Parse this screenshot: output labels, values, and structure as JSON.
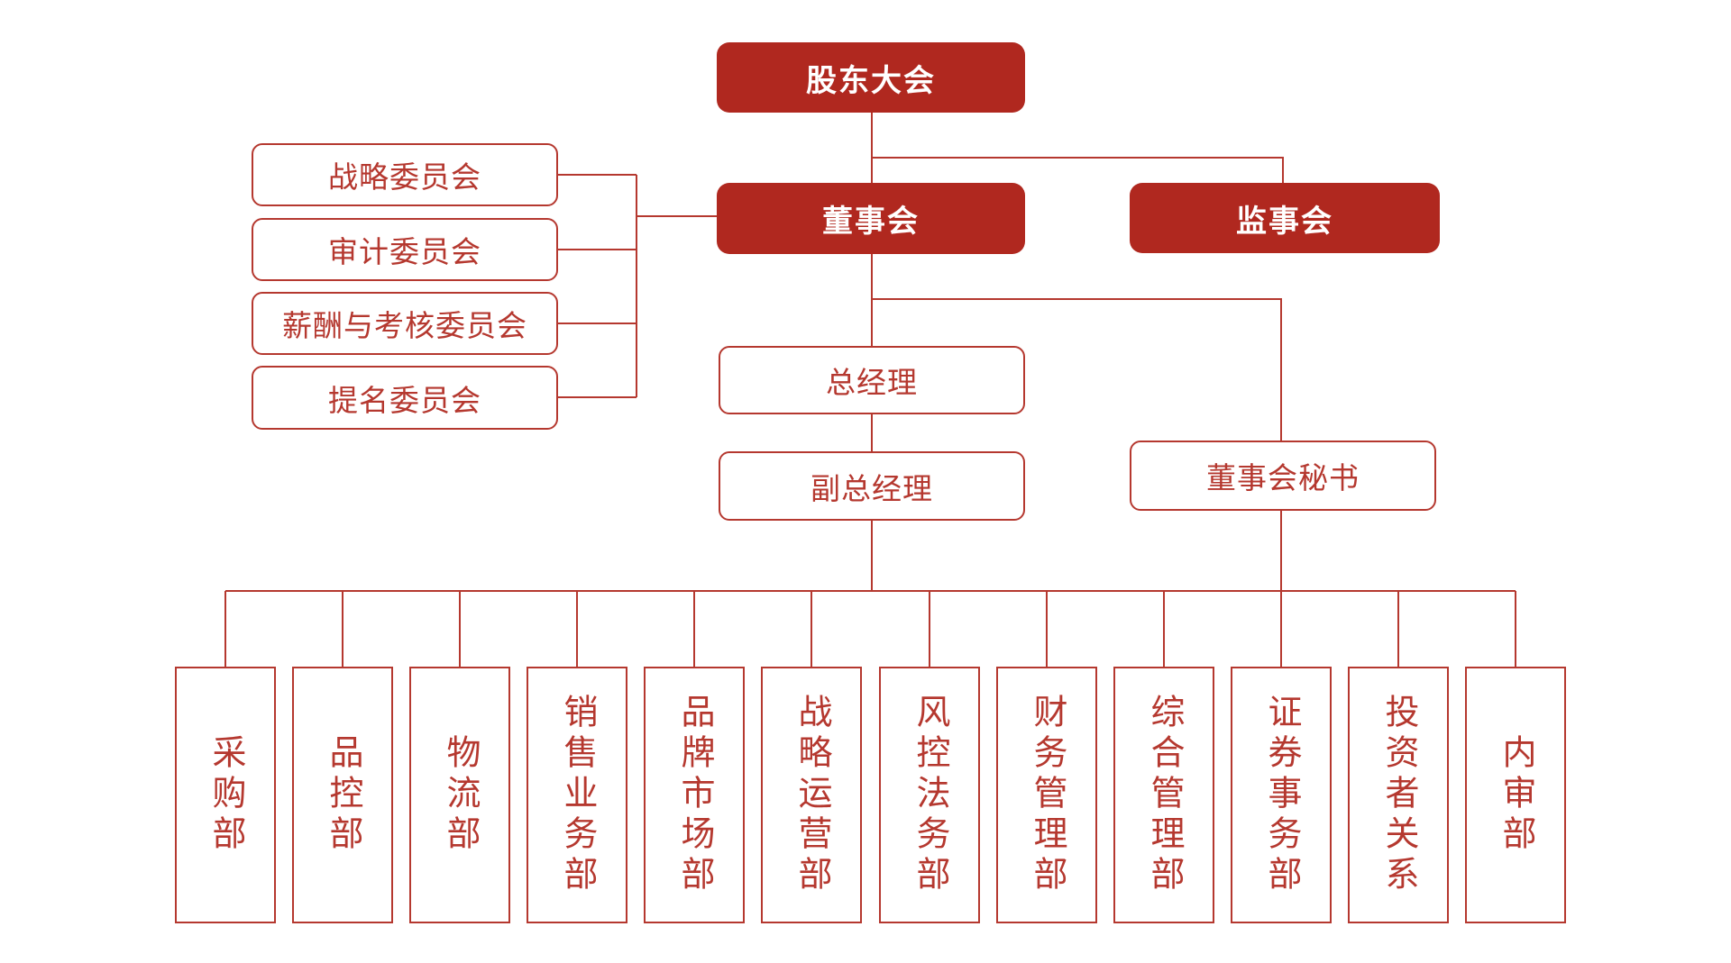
{
  "palette": {
    "solid_box_fill": "#B0281F",
    "line_border_text_red": "#B5382F",
    "solid_box_text": "#FFFFFF",
    "background": "#FFFFFF"
  },
  "org": {
    "shareholders_meeting": "股东大会",
    "board_of_directors": "董事会",
    "supervisory_board": "监事会",
    "committees": [
      "战略委员会",
      "审计委员会",
      "薪酬与考核委员会",
      "提名委员会"
    ],
    "general_manager": "总经理",
    "deputy_general_manager": "副总经理",
    "board_secretary": "董事会秘书",
    "departments": [
      "采购部",
      "品控部",
      "物流部",
      "销售业务部",
      "品牌市场部",
      "战略运营部",
      "风控法务部",
      "财务管理部",
      "综合管理部",
      "证券事务部",
      "投资者关系",
      "内审部"
    ]
  }
}
